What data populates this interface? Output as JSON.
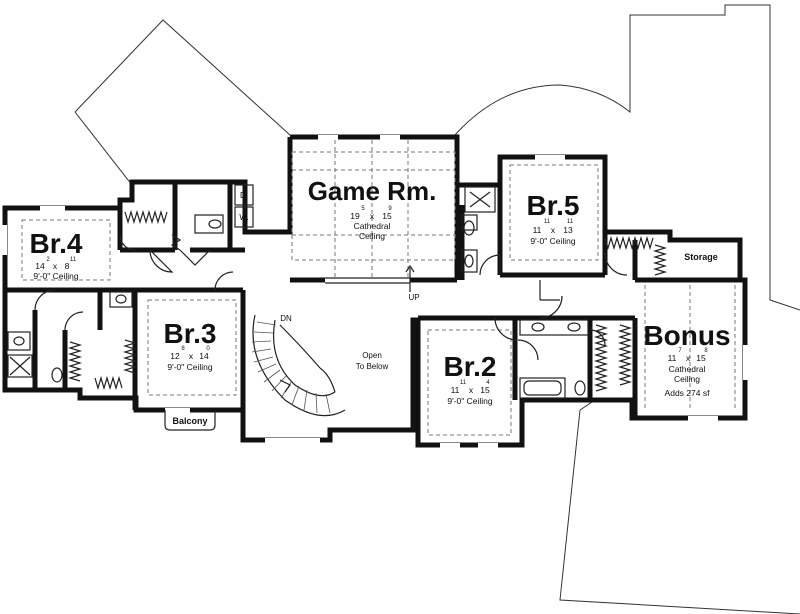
{
  "rooms": {
    "game": {
      "name": "Game Rm.",
      "dim_w": "19",
      "dim_w_in": "5",
      "dim_x": "x",
      "dim_h": "15",
      "dim_h_in": "9",
      "note1": "Cathedral",
      "note2": "Ceiling"
    },
    "br5": {
      "name": "Br.5",
      "dim_w": "11",
      "dim_w_in": "11",
      "dim_x": "x",
      "dim_h": "13",
      "dim_h_in": "11",
      "note1": "9'-0\" Ceiling"
    },
    "br4": {
      "name": "Br.4",
      "dim_w": "14",
      "dim_w_in": "2",
      "dim_x": "x",
      "dim_h": "8",
      "dim_h_in": "11",
      "note1": "9'-0\" Ceiling"
    },
    "br3": {
      "name": "Br.3",
      "dim_w": "12",
      "dim_w_in": "8",
      "dim_x": "x",
      "dim_h": "14",
      "dim_h_in": "0",
      "note1": "9'-0\" Ceiling"
    },
    "br2": {
      "name": "Br.2",
      "dim_w": "11",
      "dim_w_in": "11",
      "dim_x": "x",
      "dim_h": "15",
      "dim_h_in": "4",
      "note1": "9'-0\" Ceiling"
    },
    "bonus": {
      "name": "Bonus",
      "dim_w": "11",
      "dim_w_in": "7",
      "dim_x": "x",
      "dim_h": "15",
      "dim_h_in": "8",
      "note1": "Cathedral",
      "note2": "Ceiling",
      "note3": "Adds 274 sf"
    }
  },
  "labels": {
    "storage": "Storage",
    "balcony": "Balcony",
    "open_line1": "Open",
    "open_line2": "To Below",
    "dn": "DN",
    "up": "UP",
    "dryer": "D.",
    "washer": "W."
  }
}
